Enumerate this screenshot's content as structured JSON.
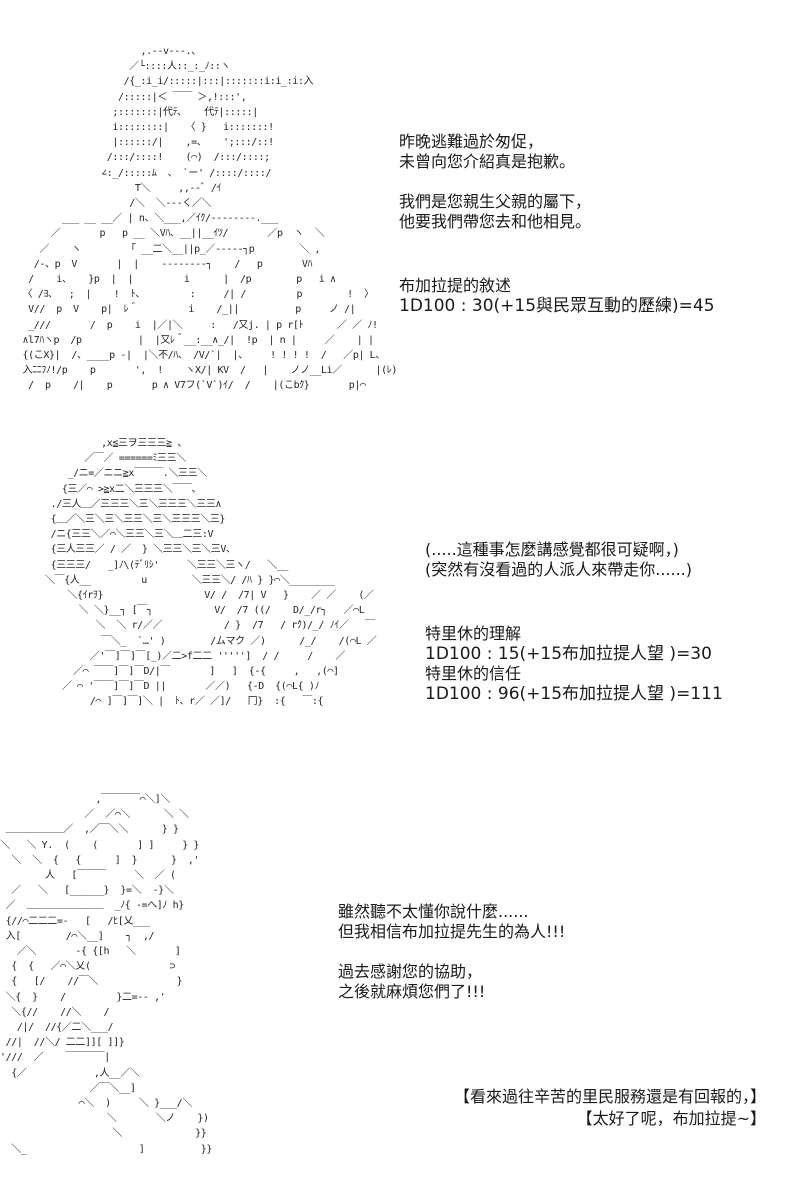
{
  "panels": [
    {
      "art_label": "long-haired character ascii art",
      "art": "                         ,.-‐v-‐-.、\n                       ／└::::人::_:_ﾉ::ヽ\n                      /{_:i_i/:::::|:::|:::::::i:i_:i:入\n                     /:::::|＜ ￣￣ ＞,!:::',\n                    ;:::::::|代ﾃ､    代ﾃ|:::::|\n                    i::::::::|   〈 }   i:::::::!\n                    |::::::/|    ,=、   ';:::/::!\n                   /:::/::::!    (⌒)  /:::/::::;\n                  ∠:_/:::::ﾑ  、 `ー' /::::/::::/\n                        T＼     ,,-‐ﾞ /ｲ\n                       /＼  ＼---く／＼\n           ___ __ __／ | n、＼___,／ｲｸ/‐‐‐‐‐‐--.___\n         ／       p   p __ ＼Vﾊ、__||__ｲﾂ/       ／p  ヽ  ＼\n       ／    ヽ        「 __二＼__||p_／‐‐‐‐‐┐p        ＼ ,\n      /‐、p  V       |  |    ‐‐‐‐‐‐‐‐┐    /   p       Vﾊ\n     /    i、   }p  |  |         i      |  /p        p   i ∧\n    〈 /ﾖ、  ;  |    !  ﾄ、        :     /| /         p        !  〉\n     V//  p  V    p|  ﾚ＾         i    /_||          p     ノ /|\n     _///       /  p    i  |／|＼     :   /又j. | p r[ﾄ      ／ ／ ﾉ!\n    ∧l7ﾊヽp  /p          |  |又ﾚ＾__:__∧_/|  !p  | n |     ／    | |\n    {(こX}|  /、____p ‐|  |＼不/ﾊ、 /V/`|  |、    ! ! ! !  /   ／p| L、\n    入ﾆﾆﾌﾉ!/p    p       ',  !    ヽX/| KV  /   |    ノノ__Li／      |(ﾚ)\n     /  p    /|    p       p ∧ V7フ(`V`)ｲ/  /    |(こbｸ}       p|⌒",
      "lines": [
        "昨晚逃難過於匆促，",
        "未曾向您介紹真是抱歉。",
        "",
        "我們是您親生父親的屬下，",
        "他要我們帶您去和他相見。"
      ],
      "roll": {
        "title": "布加拉提的敘述",
        "result": "1D100 : 30(+15與民眾互動的歷練)=45"
      }
    },
    {
      "art_label": "hooded character ascii art",
      "art": "                  ,x≦三ヲ三三三≧ 、\n               ／￣／ ======ﾐ三三＼\n            _/ニ=／ニニ≧x￣￣￣.＼三三＼\n           {三／⌒ >≧x二＼三三三＼￣￣、\n         ./三人＿／三三三＼三＼三三三＼三三∧\n         {＿／＼三＼三＼三三＼三＼三三三＼三}\n         /ニ{三三＼／⌒＼三三＼三＼＿二三:V\n         {三人三三／ / ／  } ＼三三＼三＼三V、\n         {三三三/   _]ﾉ\\(ﾃﾞﾘｼ'     ＼三三＼三ヽ/   ＼__\n        ＼￣{人__         u        ＼三三＼/ /ﾊ } }⌒＼________\n            ＼{ｲrｦ}                  V/ /  /7| V   }    ／ ／    (／\n              ＼ ＼}__┐ [￣┐           V/  /7 ((/    D/_/r┐   ／⌒L\n                 ＼  ＼ r/／／           / }  /7   / rｸ)/_/ ﾉｲ／   ￣\n                  ￣＼_  `…' )        /ムマク ／)      /_/    /(⌒L ／\n                ／'￣]￣]￣[_)／二>f二二 ''''']  / /     /    ／\n             ／⌒ ￣￣]￣]￣D/|￣       ]   ]  {-{     ,   ,(⌒]\n           ／ ⌒ '￣￣]￣]￣D ||       ／／)   {-D  {(⌒L{ )ﾉ\n                /⌒ ]￣]￣]＼ |  ﾄ、r／ ／]/   冂}  :{   ￣:{",
      "lines": [
        "(.....這種事怎麼講感覺都很可疑啊，)",
        "(突然有沒看過的人派人來帶走你......)"
      ],
      "rolls": [
        {
          "title": "特里休的理解",
          "result": "1D100 : 15(+15布加拉提人望 )=30"
        },
        {
          "title": "特里休的信任",
          "result": "1D100 : 96(+15布加拉提人望 )=111"
        }
      ]
    },
    {
      "art_label": "girl with hair bun ascii art",
      "art": "                 ,￣￣￣￣⌒＼]＼\n               ／  ／⌒＼      ＼ ＼\n ＿＿＿＿＿＿／  ,／￣＼＼      } }\n＼   ＼ Y.  (    (       ] ]     } }\n  ＼  ＼  {   {      ]  }      }  ,'\n        人   [￣￣￣     ＼  ／ (\n  ／   ＼   [______}  }=＼  -}＼\n ／  ＿＿＿＿＿＿＿＿  _ﾉ{ -=へ]ﾉ h}\n {//⌒二二二=-   [   /ﾋ[乂___\n 入[        /⌒＼__]    ┐  ,/\n   ／＼       -{ {[h   ＼       ]\n  {  {   ／⌒＼乂(              ⊃\n  {   [/    //￣＼              }\n ＼{  }    /         }二=-- ,'\n  ＼{//    //＼    /\n   /|/  //{／二＼___/\n //|  //＼/ 二二]][ ]]}\n'///  ／    ￣￣￣￣|\n  {／            ,人__／＼\n                ／￣＼__]\n              ⌒＼  )     ＼ }___/＼\n                   ＼       ＼ノ    })\n                    ＼             }}\n  ＼_                    ]          }}",
      "lines": [
        "雖然聽不太懂你說什麼......",
        "但我相信布加拉提先生的為人!!!",
        "",
        "過去感謝您的協助，",
        "之後就麻煩您們了!!!"
      ]
    }
  ],
  "footer": {
    "line1": "【看來過往辛苦的里民服務還是有回報的，】",
    "line2": "【太好了呢，布加拉提~】"
  }
}
